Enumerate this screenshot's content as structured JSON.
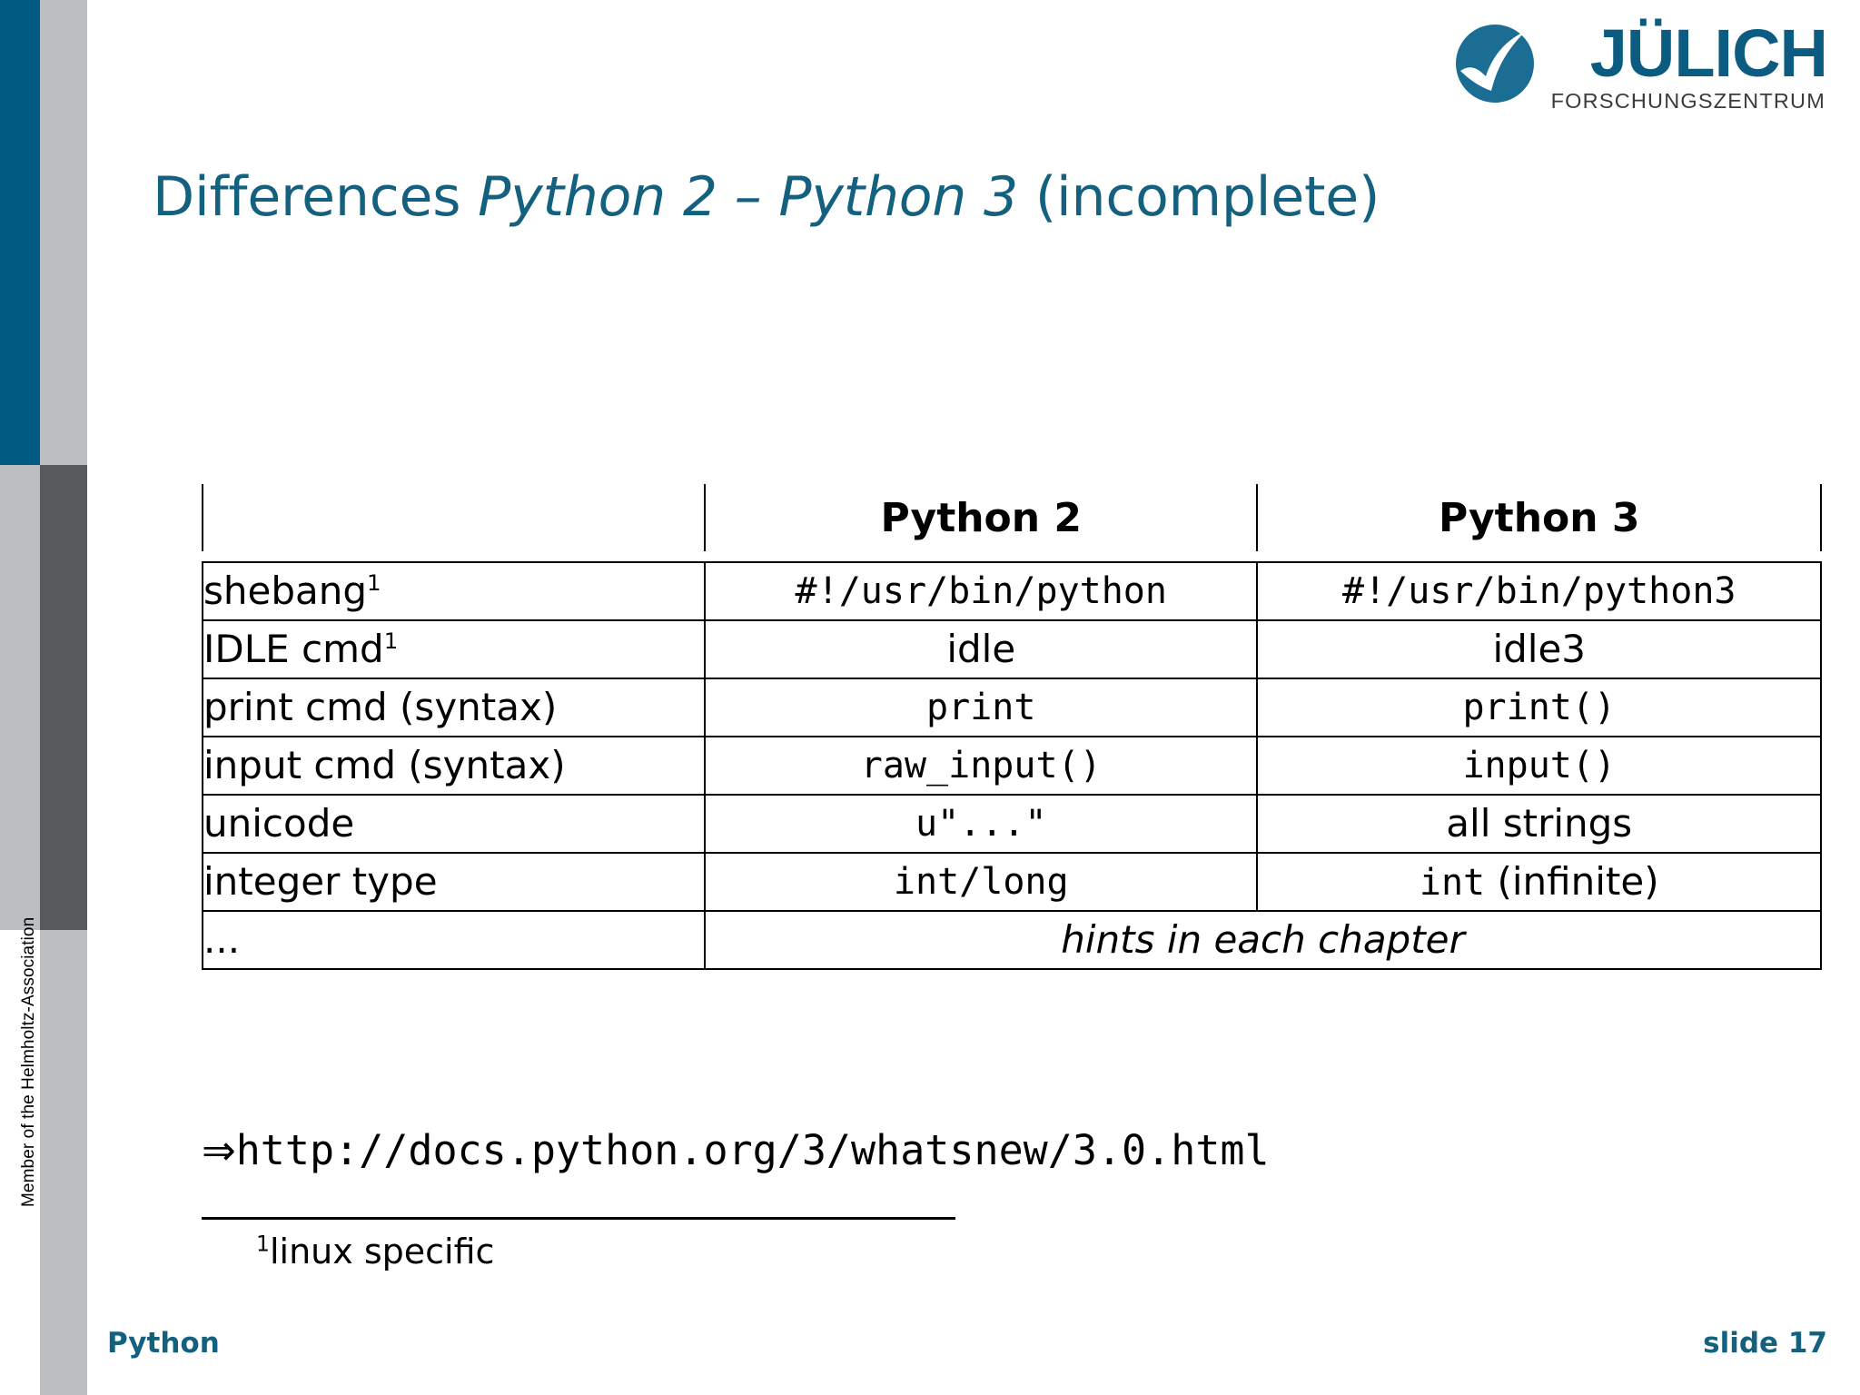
{
  "slide": {
    "title_prefix": "Differences ",
    "title_emphasis": "Python 2 – Python 3",
    "title_suffix": " (incomplete)"
  },
  "logo": {
    "mark_name": "julich-swoosh-logo",
    "wordmark": "JÜLICH",
    "subtitle": "FORSCHUNGSZENTRUM",
    "brand_color": "#0c5c82",
    "subtitle_color": "#3b3b3d"
  },
  "sidebar": {
    "helmholtz_text": "Member of the Helmholtz-Association",
    "teal_color": "#005a81",
    "gray_color": "#bcbec0",
    "dark_gray_color": "#58595b"
  },
  "table": {
    "headers": [
      "",
      "Python 2",
      "Python 3"
    ],
    "rows": [
      {
        "label": "shebang",
        "label_sup": "1",
        "py2": "#!/usr/bin/python",
        "py2_style": "mono",
        "py3": "#!/usr/bin/python3",
        "py3_style": "mono"
      },
      {
        "label": "IDLE cmd",
        "label_sup": "1",
        "py2": "idle",
        "py2_style": "serif",
        "py3": "idle3",
        "py3_style": "serif"
      },
      {
        "label": "print cmd (syntax)",
        "label_sup": "",
        "py2": "print",
        "py2_style": "mono",
        "py3": "print()",
        "py3_style": "mono"
      },
      {
        "label": "input cmd (syntax)",
        "label_sup": "",
        "py2": "raw_input()",
        "py2_style": "mono",
        "py3": "input()",
        "py3_style": "mono"
      },
      {
        "label": "unicode",
        "label_sup": "",
        "py2": "u\"...\"",
        "py2_style": "mono",
        "py3": "all strings",
        "py3_style": "serif"
      },
      {
        "label": "integer type",
        "label_sup": "",
        "py2": "int/long",
        "py2_style": "mono",
        "py3_mono_part": "int",
        "py3_serif_part": " (infinite)",
        "py3": "int (infinite)",
        "py3_style": "mixed"
      }
    ],
    "last_row": {
      "label": "...",
      "span_value": "hints in each chapter"
    }
  },
  "url_line": {
    "arrow": "⇒",
    "url": "http://docs.python.org/3/whatsnew/3.0.html"
  },
  "footnote": {
    "marker": "1",
    "text": "linux specific"
  },
  "footer": {
    "left": "Python",
    "right": "slide 17",
    "color": "#14617f"
  }
}
